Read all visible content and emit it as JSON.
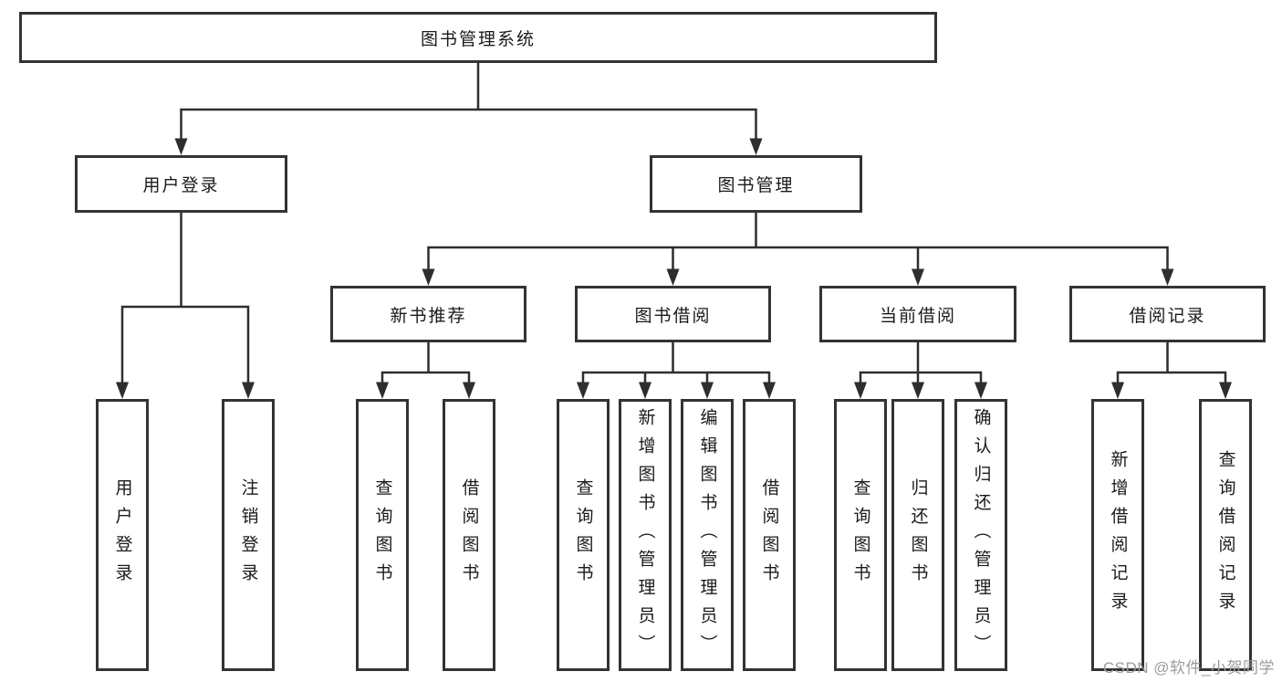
{
  "tree": {
    "root": "图书管理系统",
    "branches": [
      {
        "label": "用户登录",
        "leaves": [
          "用户登录",
          "注销登录"
        ]
      },
      {
        "label": "图书管理",
        "groups": [
          {
            "label": "新书推荐",
            "leaves": [
              "查询图书",
              "借阅图书"
            ]
          },
          {
            "label": "图书借阅",
            "leaves": [
              "查询图书",
              "新增图书（管理员）",
              "编辑图书（管理员）",
              "借阅图书"
            ]
          },
          {
            "label": "当前借阅",
            "leaves": [
              "查询图书",
              "归还图书",
              "确认归还（管理员）"
            ]
          },
          {
            "label": "借阅记录",
            "leaves": [
              "新增借阅记录",
              "查询借阅记录"
            ]
          }
        ]
      }
    ]
  },
  "watermark": "CSDN @软件_小贺同学",
  "colors": {
    "box_border": "#333333",
    "connector_line": "#2e2e2e",
    "text": "#1a1a1a",
    "watermark_text": "#9b9b9f",
    "background": "#ffffff"
  }
}
